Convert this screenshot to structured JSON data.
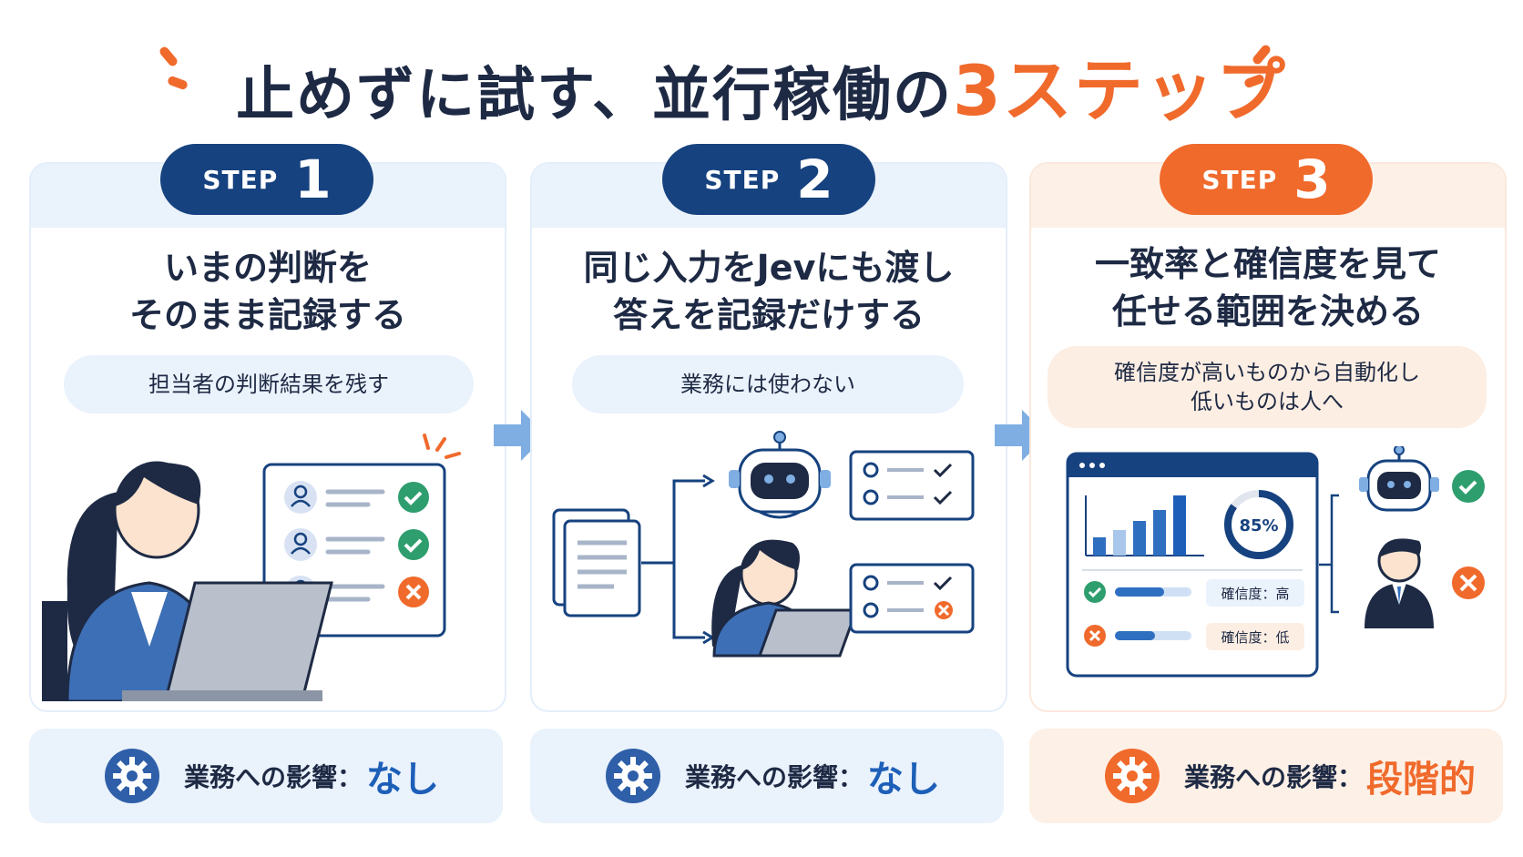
{
  "title": {
    "main": "止めずに試す、並行稼働の",
    "accent": "3ステップ"
  },
  "colors": {
    "navy": "#16427f",
    "orange": "#f06a2c",
    "light_blue": "#eaf2fc",
    "light_orange": "#fdf0e6",
    "green": "#2e9e6e",
    "red": "#f06a2c"
  },
  "steps": [
    {
      "step_label": "STEP",
      "number": "1",
      "heading_line1": "いまの判断を",
      "heading_line2": "そのまま記録する",
      "sub": "担当者の判断結果を残す",
      "impact_label": "業務への影響：",
      "impact_value": "なし"
    },
    {
      "step_label": "STEP",
      "number": "2",
      "heading_line1": "同じ入力をJevにも渡し",
      "heading_line2": "答えを記録だけする",
      "sub": "業務には使わない",
      "impact_label": "業務への影響：",
      "impact_value": "なし"
    },
    {
      "step_label": "STEP",
      "number": "3",
      "heading_line1": "一致率と確信度を見て",
      "heading_line2": "任せる範囲を決める",
      "sub_line1": "確信度が高いものから自動化し",
      "sub_line2": "低いものは人へ",
      "impact_label": "業務への影響：",
      "impact_value": "段階的",
      "dashboard": {
        "percent": "85%",
        "high_label": "確信度：高",
        "low_label": "確信度：低"
      }
    }
  ]
}
